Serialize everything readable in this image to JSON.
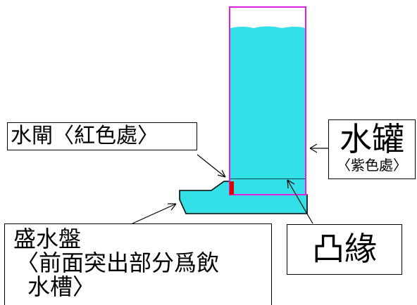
{
  "labels": {
    "gate": "水閘〈紅色處〉",
    "tank_main": "水罐",
    "tank_sub": "〈紫色處〉",
    "rim": "凸緣",
    "tray_line1": "盛水盤",
    "tray_line2": "〈前面突出部分爲飲",
    "tray_line3": "水槽〉"
  },
  "colors": {
    "water": "#33e0e8",
    "tank_outline": "#e020e0",
    "gate": "#e00000",
    "outline": "#000000"
  }
}
